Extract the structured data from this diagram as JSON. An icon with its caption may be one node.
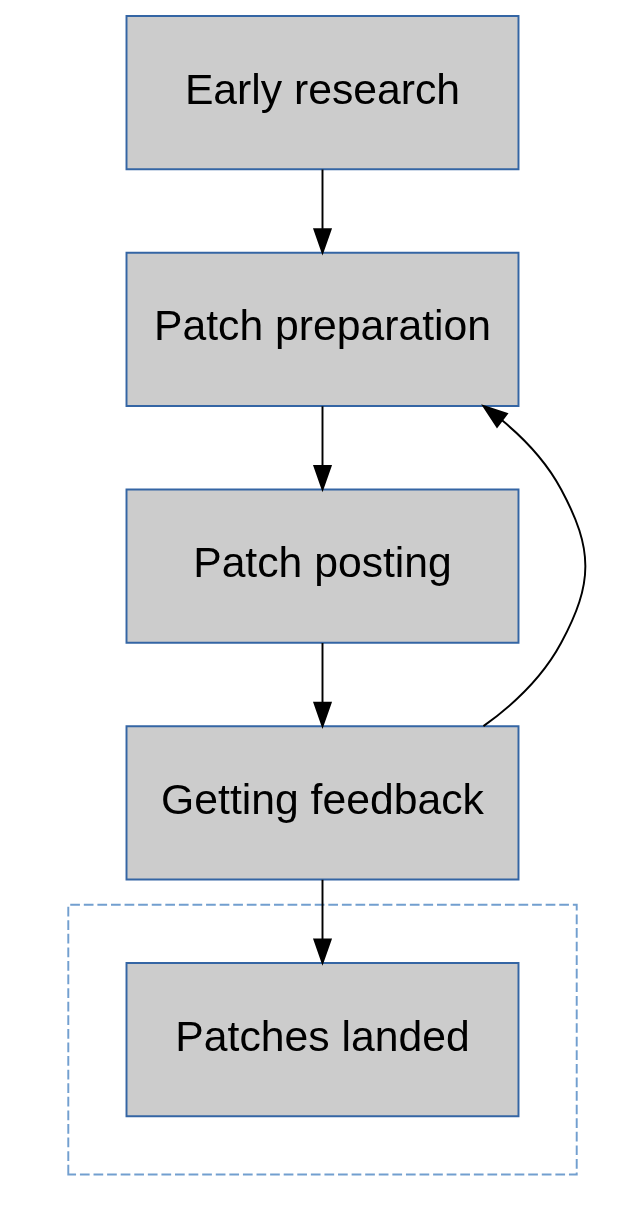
{
  "diagram": {
    "nodes": [
      {
        "text": [
          "Early research"
        ]
      },
      {
        "text": [
          "Patch preparation"
        ]
      },
      {
        "text": [
          "Patch posting"
        ]
      },
      {
        "text": [
          "Getting feedback"
        ]
      },
      {
        "text": [],
        "shape": "box"
      },
      {
        "text": [
          "Patches landed"
        ],
        "in": 4
      }
    ],
    "edges": [
      {
        "from": 0,
        "to": 1,
        "arrow": "to"
      },
      {
        "from": 1,
        "to": 2,
        "arrow": "to"
      },
      {
        "from": 2,
        "to": 3,
        "arrow": "to"
      },
      {
        "from": 3,
        "to": 1,
        "arrow": "to"
      },
      {
        "from": 3,
        "to": 5,
        "arrow": "to"
      }
    ]
  }
}
